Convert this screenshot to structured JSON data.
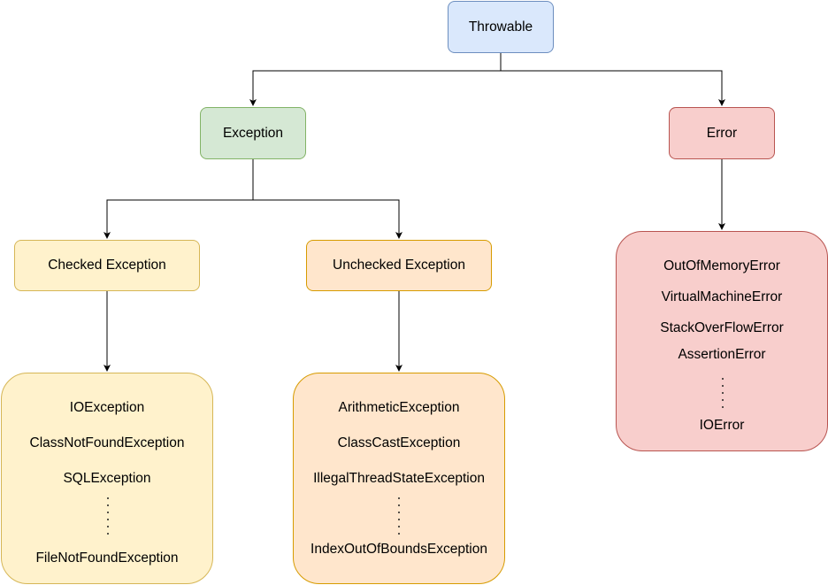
{
  "colors": {
    "blue_fill": "#dae8fc",
    "blue_stroke": "#6c8ebf",
    "green_fill": "#d5e8d4",
    "green_stroke": "#82b366",
    "red_fill": "#f8cecc",
    "red_stroke": "#b85450",
    "yellow_fill": "#fff2cc",
    "yellow_stroke": "#d6b656",
    "orange_fill": "#ffe6cc",
    "orange_stroke": "#d79b00",
    "line": "#000000"
  },
  "nodes": {
    "throwable": "Throwable",
    "exception": "Exception",
    "error": "Error",
    "checked": "Checked Exception",
    "unchecked": "Unchecked Exception"
  },
  "groups": {
    "checked_items": [
      "IOException",
      "ClassNotFoundException",
      "SQLException",
      "FileNotFoundException"
    ],
    "unchecked_items": [
      "ArithmeticException",
      "ClassCastException",
      "IllegalThreadStateException",
      "IndexOutOfBoundsException"
    ],
    "error_items": [
      "OutOfMemoryError",
      "VirtualMachineError",
      "StackOverFlowError",
      "AssertionError",
      "IOError"
    ]
  }
}
